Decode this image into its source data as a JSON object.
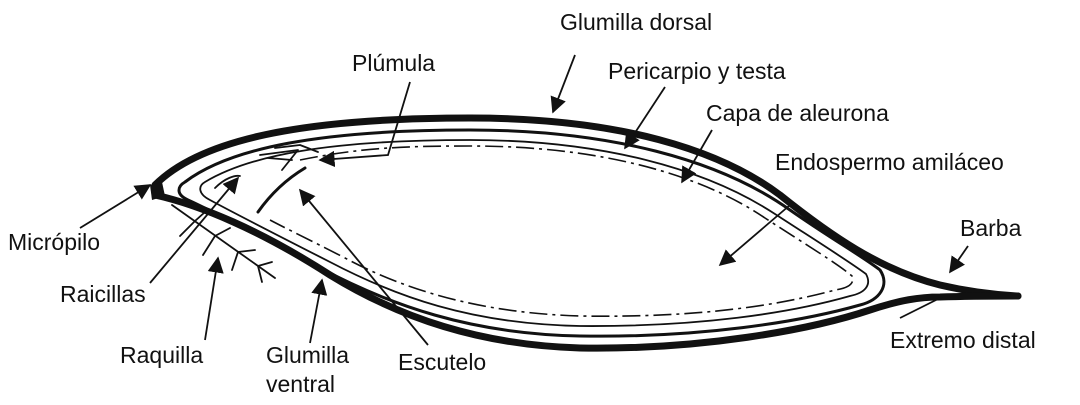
{
  "labels": {
    "glumilla_dorsal": "Glumilla dorsal",
    "plumula": "Plúmula",
    "pericarpio_testa": "Pericarpio y testa",
    "capa_aleurona": "Capa de aleurona",
    "endospermo": "Endospermo amiláceo",
    "barba": "Barba",
    "micropilo": "Micrópilo",
    "raicillas": "Raicillas",
    "raquilla": "Raquilla",
    "glumilla_ventral_1": "Glumilla",
    "glumilla_ventral_2": "ventral",
    "escutelo": "Escutelo",
    "extremo_distal": "Extremo distal"
  },
  "colors": {
    "ink": "#111111",
    "background": "#ffffff"
  }
}
